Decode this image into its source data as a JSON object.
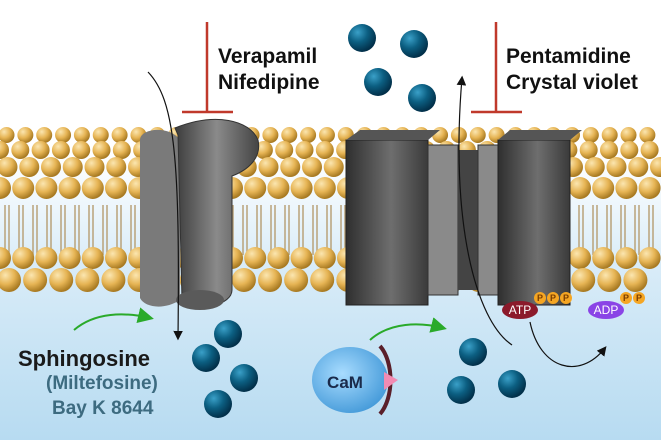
{
  "inhibitors_left": [
    "Verapamil",
    "Nifedipine"
  ],
  "inhibitors_right": [
    "Pentamidine",
    "Crystal violet"
  ],
  "activators": {
    "main": "Sphingosine",
    "sub1": "(Miltefosine)",
    "sub2": "Bay K 8644"
  },
  "molecules": {
    "calmodulin": "CaM",
    "atp": "ATP",
    "adp": "ADP",
    "phosphate": "P"
  },
  "colors": {
    "lipid_head": "#e6b454",
    "ion": "#0c5f82",
    "channel": "#666666",
    "inhibitor_line": "#c0392b",
    "activation_arrow": "#2aaa2a",
    "atp_badge": "#8b1a2b",
    "adp_badge": "#8a44e6",
    "phosphate": "#f5a623",
    "cam": "#5ab2ec"
  }
}
